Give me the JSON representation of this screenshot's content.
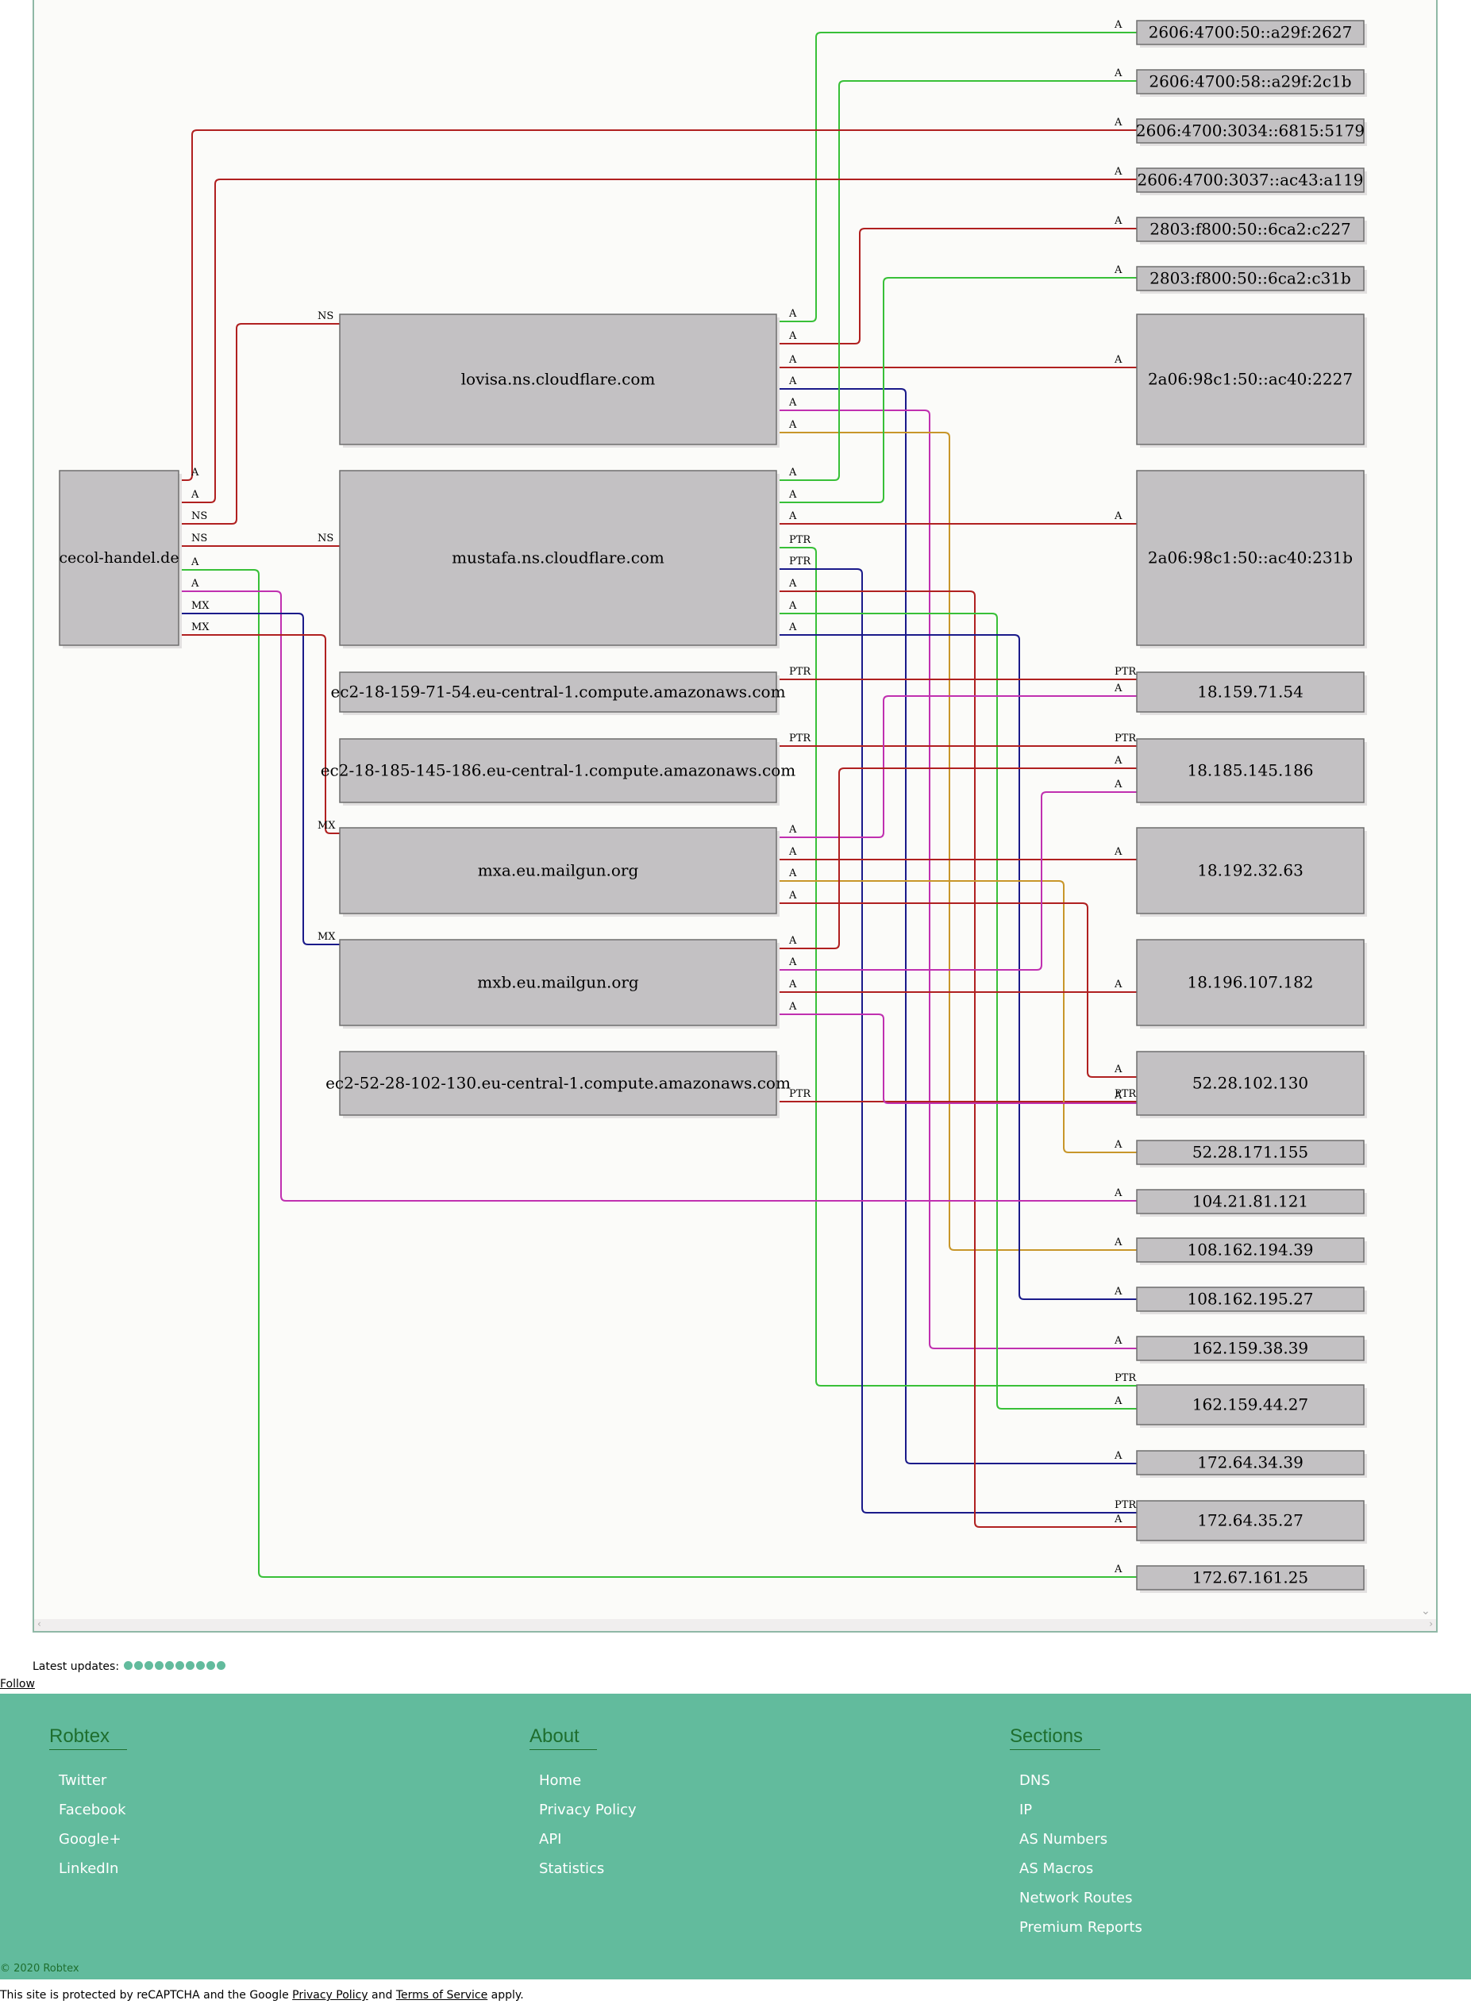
{
  "graph": {
    "nodes": {
      "cecol": "cecol-handel.de",
      "lovisa": "lovisa.ns.cloudflare.com",
      "mustafa": "mustafa.ns.cloudflare.com",
      "ec2_18_159": "ec2-18-159-71-54.eu-central-1.compute.amazonaws.com",
      "ec2_18_185": "ec2-18-185-145-186.eu-central-1.compute.amazonaws.com",
      "mxa": "mxa.eu.mailgun.org",
      "mxb": "mxb.eu.mailgun.org",
      "ec2_52_28": "ec2-52-28-102-130.eu-central-1.compute.amazonaws.com",
      "ip6_1": "2606:4700:50::a29f:2627",
      "ip6_2": "2606:4700:58::a29f:2c1b",
      "ip6_3": "2606:4700:3034::6815:5179",
      "ip6_4": "2606:4700:3037::ac43:a119",
      "ip6_5": "2803:f800:50::6ca2:c227",
      "ip6_6": "2803:f800:50::6ca2:c31b",
      "ip6_7": "2a06:98c1:50::ac40:2227",
      "ip6_8": "2a06:98c1:50::ac40:231b",
      "ip4_1": "18.159.71.54",
      "ip4_2": "18.185.145.186",
      "ip4_3": "18.192.32.63",
      "ip4_4": "18.196.107.182",
      "ip4_5": "52.28.102.130",
      "ip4_6": "52.28.171.155",
      "ip4_7": "104.21.81.121",
      "ip4_8": "108.162.194.39",
      "ip4_9": "108.162.195.27",
      "ip4_10": "162.159.38.39",
      "ip4_11": "162.159.44.27",
      "ip4_12": "172.64.34.39",
      "ip4_13": "172.64.35.27",
      "ip4_14": "172.67.161.25"
    },
    "record_labels": {
      "a": "A",
      "ns": "NS",
      "mx": "MX",
      "ptr": "PTR"
    },
    "colors": {
      "red": "#b02020",
      "green": "#38c038",
      "blue": "#1a1a8a",
      "magenta": "#c030b0",
      "gold": "#c8962a"
    }
  },
  "updates": {
    "label": "Latest updates:",
    "dot_count": 10
  },
  "follow": "Follow",
  "footer": {
    "robtex": {
      "title": "Robtex",
      "links": [
        "Twitter",
        "Facebook",
        "Google+",
        "LinkedIn"
      ]
    },
    "about": {
      "title": "About",
      "links": [
        "Home",
        "Privacy Policy",
        "API",
        "Statistics"
      ]
    },
    "sections": {
      "title": "Sections",
      "links": [
        "DNS",
        "IP",
        "AS Numbers",
        "AS Macros",
        "Network Routes",
        "Premium Reports"
      ]
    },
    "copyright": "© 2020 Robtex"
  },
  "recaptcha": {
    "prefix": "This site is protected by reCAPTCHA and the Google",
    "privacy": "Privacy Policy",
    "and": "and",
    "terms": "Terms of Service",
    "suffix": "apply."
  }
}
